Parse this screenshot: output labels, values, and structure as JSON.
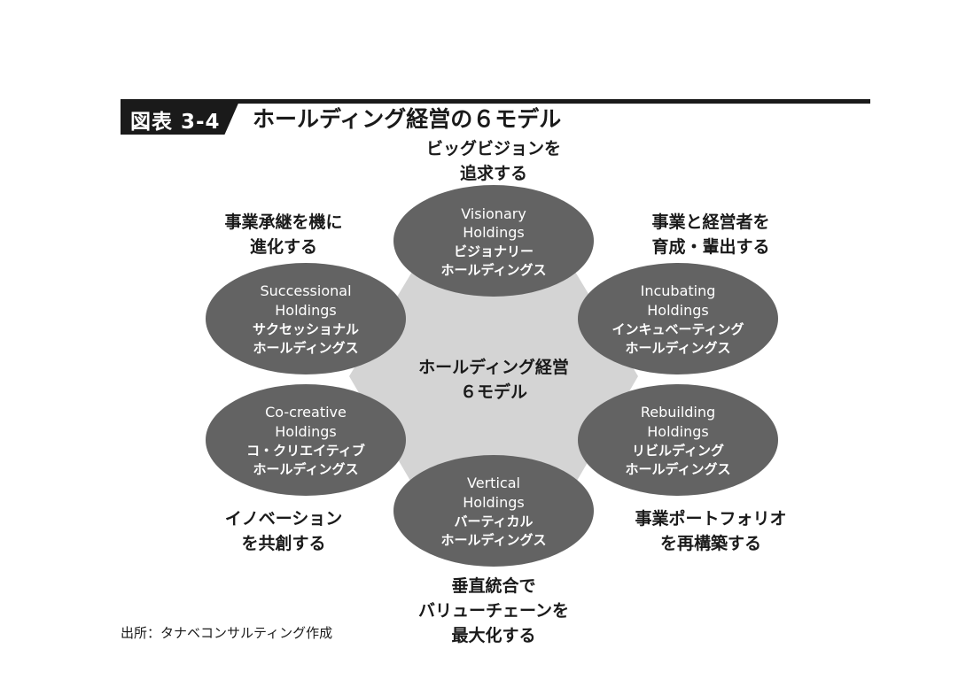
{
  "figure": {
    "tag": "図表 3-4",
    "title": "ホールディング経営の６モデル"
  },
  "center": {
    "line1": "ホールディング経営",
    "line2": "６モデル"
  },
  "models": {
    "visionary": {
      "en1": "Visionary",
      "en2": "Holdings",
      "jp1": "ビジョナリー",
      "jp2": "ホールディングス",
      "goal1": "ビッグビジョンを",
      "goal2": "追求する"
    },
    "incubating": {
      "en1": "Incubating",
      "en2": "Holdings",
      "jp1": "インキュベーティング",
      "jp2": "ホールディングス",
      "goal1": "事業と経営者を",
      "goal2": "育成・輩出する"
    },
    "rebuilding": {
      "en1": "Rebuilding",
      "en2": "Holdings",
      "jp1": "リビルディング",
      "jp2": "ホールディングス",
      "goal1": "事業ポートフォリオ",
      "goal2": "を再構築する"
    },
    "vertical": {
      "en1": "Vertical",
      "en2": "Holdings",
      "jp1": "バーティカル",
      "jp2": "ホールディングス",
      "goal1": "垂直統合で",
      "goal2": "バリューチェーンを",
      "goal3": "最大化する"
    },
    "cocreative": {
      "en1": "Co-creative",
      "en2": "Holdings",
      "jp1": "コ・クリエイティブ",
      "jp2": "ホールディングス",
      "goal1": "イノベーション",
      "goal2": "を共創する"
    },
    "successional": {
      "en1": "Successional",
      "en2": "Holdings",
      "jp1": "サクセッショナル",
      "jp2": "ホールディングス",
      "goal1": "事業承継を機に",
      "goal2": "進化する"
    }
  },
  "source": "出所：タナベコンサルティング作成",
  "colors": {
    "hexagon": "#d4d4d4",
    "node": "#636363",
    "ink": "#1a1a1a"
  }
}
